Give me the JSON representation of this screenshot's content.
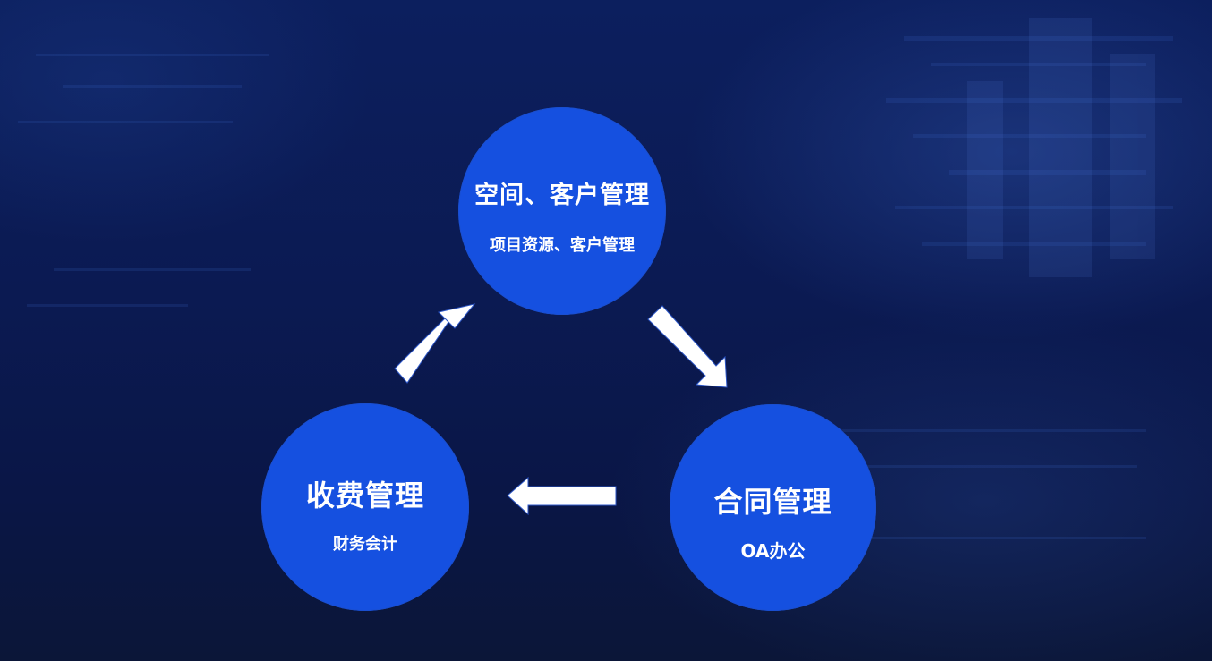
{
  "nodes": {
    "top": {
      "title": "空间、客户管理",
      "subtitle": "项目资源、客户管理"
    },
    "right": {
      "title": "合同管理",
      "subtitle": "OA办公"
    },
    "left": {
      "title": "收费管理",
      "subtitle": "财务会计"
    }
  },
  "colors": {
    "background": "#0b1a52",
    "node_fill": "#1550e0",
    "arrow_fill": "#ffffff",
    "text": "#ffffff"
  },
  "flow": [
    "top",
    "right",
    "left"
  ]
}
